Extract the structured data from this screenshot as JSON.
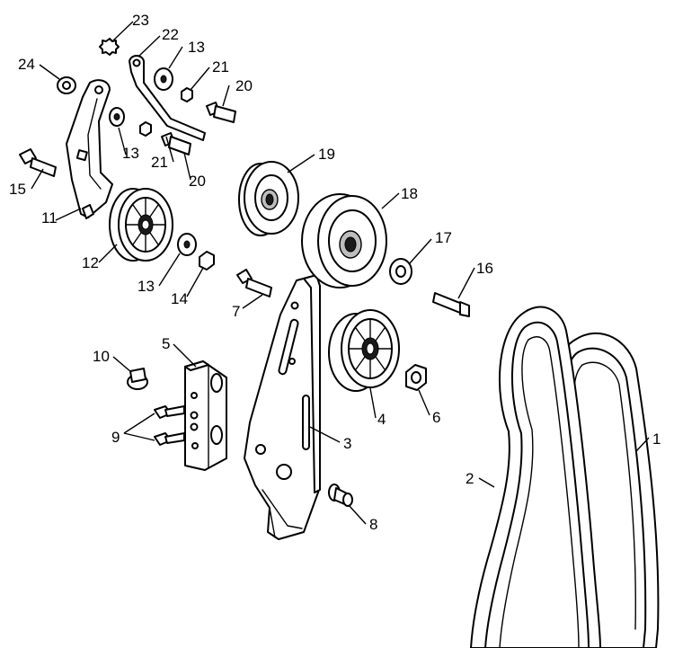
{
  "callouts": {
    "c1": "1",
    "c2": "2",
    "c3": "3",
    "c4": "4",
    "c5": "5",
    "c6": "6",
    "c7": "7",
    "c8": "8",
    "c9": "9",
    "c10": "10",
    "c11": "11",
    "c12": "12",
    "c13a": "13",
    "c13b": "13",
    "c13c": "13",
    "c14": "14",
    "c15": "15",
    "c16": "16",
    "c17": "17",
    "c18": "18",
    "c19": "19",
    "c20a": "20",
    "c20b": "20",
    "c21a": "21",
    "c21b": "21",
    "c22": "22",
    "c23": "23",
    "c24": "24"
  }
}
